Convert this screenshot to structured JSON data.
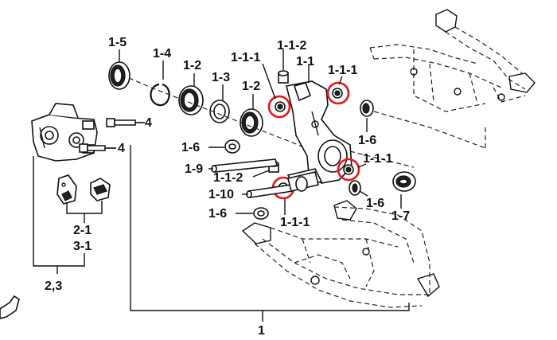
{
  "labels": {
    "l_1_5": "1-5",
    "l_1_4": "1-4",
    "l_1_2_a": "1-2",
    "l_1_3": "1-3",
    "l_1_2_b": "1-2",
    "l_1_1_1_a": "1-1-1",
    "l_1_1_2_a": "1-1-2",
    "l_1_1": "1-1",
    "l_1_1_1_b": "1-1-1",
    "l_4_a": "4",
    "l_4_b": "4",
    "l_1_6_a": "1-6",
    "l_1_6_b": "1-6",
    "l_1_9": "1-9",
    "l_1_1_2_b": "1-1-2",
    "l_1_1_1_c": "1-1-1",
    "l_1_10": "1-10",
    "l_1_6_c": "1-6",
    "l_1_6_d": "1-6",
    "l_1_7": "1-7",
    "l_1_1_1_d": "1-1-1",
    "l_2_1": "2-1",
    "l_3_1": "3-1",
    "l_2_3": "2,3",
    "l_1": "1"
  },
  "colors": {
    "highlight": "#e8141b",
    "line": "#111111"
  }
}
